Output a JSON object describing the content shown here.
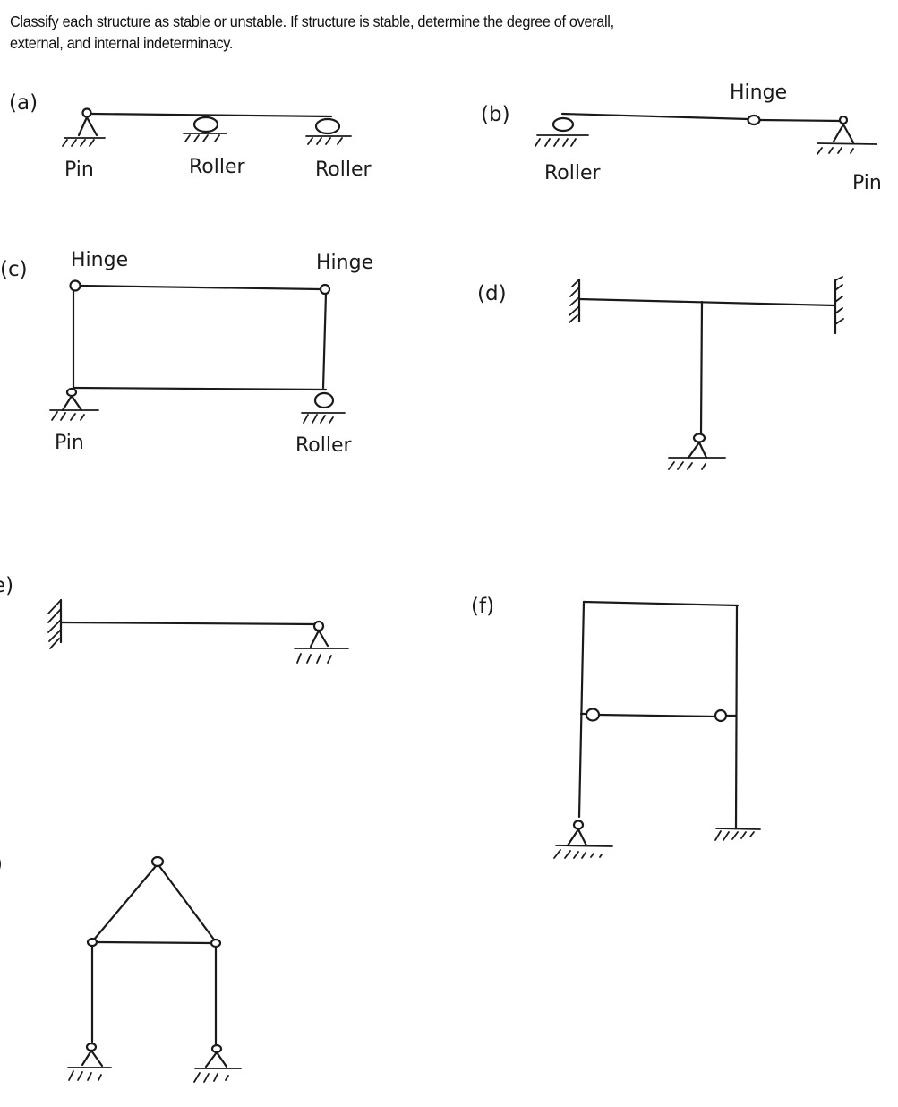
{
  "prompt": {
    "line1": "Classify each structure as stable or unstable. If structure is stable, determine the degree of overall,",
    "line2": "external, and internal indeterminacy."
  },
  "structures": [
    {
      "id": "a",
      "label": "(a)",
      "type": "continuous beam",
      "supports": [
        "Pin",
        "Roller",
        "Roller"
      ],
      "annotations": [
        "Pin",
        "Roller",
        "Roller"
      ]
    },
    {
      "id": "b",
      "label": "(b)",
      "type": "beam with internal hinge",
      "supports": [
        "Roller",
        "Pin"
      ],
      "annotations": [
        "Hinge",
        "Roller",
        "Pin"
      ]
    },
    {
      "id": "c",
      "label": "(c)",
      "type": "rectangular frame with hinges",
      "supports": [
        "Pin",
        "Roller"
      ],
      "annotations": [
        "Hinge",
        "Hinge",
        "Pin",
        "Roller"
      ]
    },
    {
      "id": "d",
      "label": "(d)",
      "type": "T-frame",
      "supports": [
        "Fixed",
        "Fixed",
        "Pin"
      ],
      "annotations": []
    },
    {
      "id": "e",
      "label": "e)",
      "type": "propped cantilever",
      "supports": [
        "Fixed",
        "Pin"
      ],
      "annotations": []
    },
    {
      "id": "f",
      "label": "(f)",
      "type": "portal frame with hinged link",
      "supports": [
        "Pin",
        "Fixed"
      ],
      "annotations": []
    },
    {
      "id": "g",
      "label": ")",
      "type": "pin-jointed frame with triangular top",
      "supports": [
        "Pin",
        "Pin"
      ],
      "annotations": []
    }
  ],
  "labels": {
    "a_label": "(a)",
    "a_pin": "Pin",
    "a_roller1": "Roller",
    "a_roller2": "Roller",
    "b_label": "(b)",
    "b_hinge": "Hinge",
    "b_roller": "Roller",
    "b_pin": "Pin",
    "c_label": "(c)",
    "c_hinge_left": "Hinge",
    "c_hinge_right": "Hinge",
    "c_pin": "Pin",
    "c_roller": "Roller",
    "d_label": "(d)",
    "e_label": "e)",
    "f_label": "(f)",
    "g_label": ")"
  }
}
